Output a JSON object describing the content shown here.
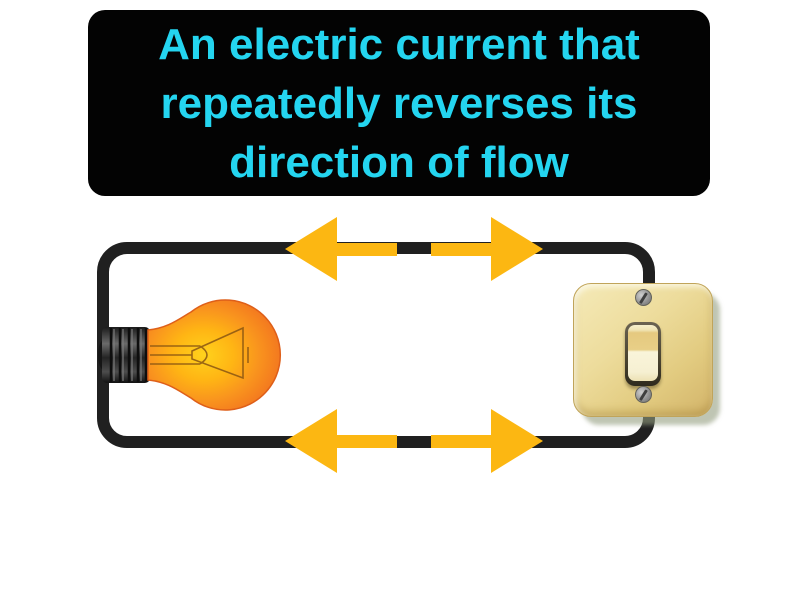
{
  "definition": {
    "text": "An electric current that repeatedly reverses its direction of flow",
    "lines": [
      "An electric current that",
      "repeatedly reverses its",
      "direction of flow"
    ]
  },
  "diagram": {
    "type": "circuit-illustration",
    "components": [
      {
        "icon": "light-bulb-icon",
        "state": "lit"
      },
      {
        "icon": "wall-switch-icon",
        "state": "on"
      },
      {
        "icon": "double-headed-arrow-top",
        "meaning": "current direction reverses"
      },
      {
        "icon": "double-headed-arrow-bottom",
        "meaning": "current direction reverses"
      }
    ]
  },
  "theme": {
    "page-bg": "#ffffff",
    "def-bg": "#030303",
    "def-text": "#24d5f0",
    "wire": "#202020",
    "arrow": "#fcb712",
    "bulb-glow": "#ffd21c",
    "bulb-mid": "#f9941e",
    "bulb-glass": "#f3771f",
    "bulb-rim": "#ed651d",
    "bulb-base-dark": "#242424",
    "bulb-base-light": "#6a6a6a",
    "plate-light": "#f5eab8",
    "plate-dark": "#d2b369",
    "plate-shadow": "rgba(148,158,128,0.6)",
    "toggle-tan": "#e5c97f",
    "toggle-cream": "#f9f4da",
    "screw": "#8f8f8f"
  }
}
